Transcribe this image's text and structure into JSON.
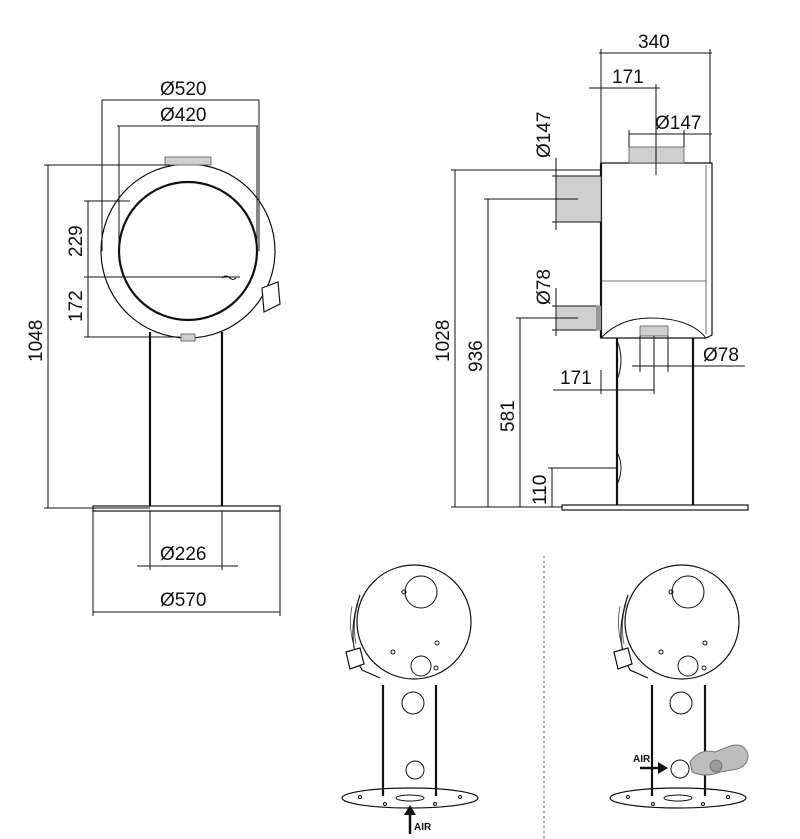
{
  "front_view": {
    "dia_outer": "Ø520",
    "dia_inner": "Ø420",
    "height_total": "1048",
    "dim_229": "229",
    "dim_172": "172",
    "dia_column": "Ø226",
    "dia_base": "Ø570"
  },
  "side_view": {
    "width_340": "340",
    "offset_171_top": "171",
    "flue_top_dia": "Ø147",
    "flue_rear_dia": "Ø147",
    "height_1028": "1028",
    "height_936": "936",
    "height_581": "581",
    "height_110": "110",
    "air_rear_dia": "Ø78",
    "air_bottom_dia": "Ø78",
    "offset_171_bottom": "171"
  },
  "rear_views": {
    "air_label_left": "AIR",
    "air_label_right": "AIR"
  }
}
